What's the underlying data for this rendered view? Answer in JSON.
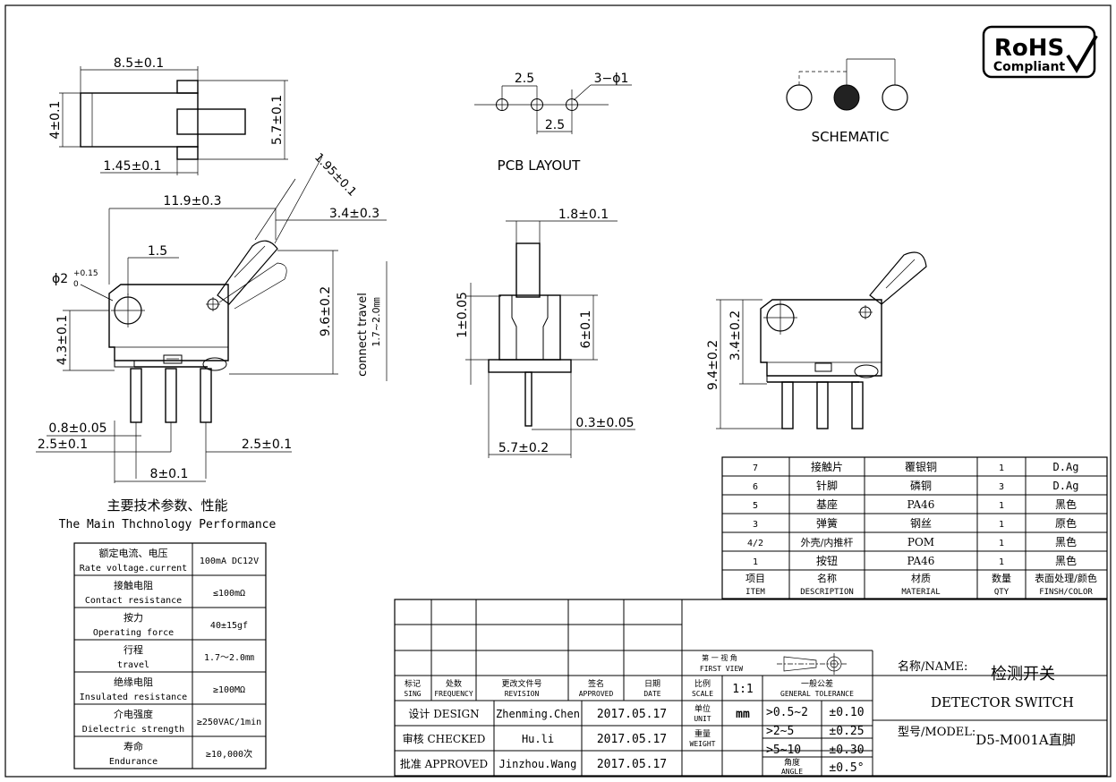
{
  "rohs": {
    "line1": "RoHS",
    "line2": "Compliant"
  },
  "top_view": {
    "width": "8.5±0.1",
    "height": "4±0.1",
    "right": "5.7±0.1",
    "bottom": "1.45±0.1"
  },
  "pcb_layout": {
    "title": "PCB  LAYOUT",
    "pitch_top": "2.5",
    "pitch_bottom": "2.5",
    "holes": "3−ϕ1"
  },
  "schematic": {
    "title": "SCHEMATIC"
  },
  "front_view": {
    "width": "11.9±0.3",
    "lever_w": "1.95±0.1",
    "lever_offset": "3.4±0.3",
    "hole_offset": "1.5",
    "hole_dia": "ϕ2",
    "hole_tol_up": "+0.15",
    "hole_tol_lo": "0",
    "hole_h": "4.3±0.1",
    "height": "9.6±0.2",
    "travel_label": "connect travel",
    "travel_value": "1.7~2.0㎜",
    "pin_w": "0.8±0.05",
    "pitch_left": "2.5±0.1",
    "pitch_right": "2.5±0.1",
    "total_pitch": "8±0.1"
  },
  "side_view": {
    "top_w": "1.8±0.1",
    "left_h": "1±0.05",
    "right_h": "6±0.1",
    "pin_t": "0.3±0.05",
    "base_w": "5.7±0.2"
  },
  "right_view": {
    "inner_h": "3.4±0.2",
    "total_h": "9.4±0.2"
  },
  "performance": {
    "title_cn": "主要技术参数、性能",
    "title_en": "The Main Thchnology Performance",
    "rows": [
      {
        "cn": "额定电流、电压",
        "en": "Rate voltage.current",
        "value": "100mA DC12V"
      },
      {
        "cn": "接触电阻",
        "en": "Contact resistance",
        "value": "≤100mΩ"
      },
      {
        "cn": "按力",
        "en": "Operating force",
        "value": "40±15gf"
      },
      {
        "cn": "行程",
        "en": "travel",
        "value": "1.7～2.0㎜"
      },
      {
        "cn": "绝缘电阻",
        "en": "Insulated resistance",
        "value": "≥100MΩ"
      },
      {
        "cn": "介电强度",
        "en": "Dielectric strength",
        "value": "≥250VAC/1min"
      },
      {
        "cn": "寿命",
        "en": "Endurance",
        "value": "≥10,000次"
      }
    ]
  },
  "bom": {
    "rows": [
      [
        "7",
        "接触片",
        "覆银铜",
        "1",
        "D.Ag"
      ],
      [
        "6",
        "针脚",
        "磷铜",
        "3",
        "D.Ag"
      ],
      [
        "5",
        "基座",
        "PA46",
        "1",
        "黑色"
      ],
      [
        "3",
        "弹簧",
        "钢丝",
        "1",
        "原色"
      ],
      [
        "4/2",
        "外壳/内推杆",
        "POM",
        "1",
        "黑色"
      ],
      [
        "1",
        "按钮",
        "PA46",
        "1",
        "黑色"
      ]
    ],
    "header_cn": [
      "项目",
      "名称",
      "材质",
      "数量",
      "表面处理/颜色"
    ],
    "header_en": [
      "ITEM",
      "DESCRIPTION",
      "MATERIAL",
      "QTY",
      "FINSH/COLOR"
    ]
  },
  "title_block": {
    "rev_cn": [
      "标记",
      "处数",
      "更改文件号",
      "签名",
      "日期"
    ],
    "rev_en": [
      "SING",
      "FREQUENCY",
      "REVISION",
      "APPROVED",
      "DATE"
    ],
    "people": [
      {
        "role": "设计 DESIGN",
        "name": "Zhenming.Chen",
        "date": "2017.05.17"
      },
      {
        "role": "审核 CHECKED",
        "name": "Hu.li",
        "date": "2017.05.17"
      },
      {
        "role": "批准 APPROVED",
        "name": "Jinzhou.Wang",
        "date": "2017.05.17"
      }
    ],
    "view_cn": "第 一 视 角",
    "view_en": "FIRST VIEW",
    "scale_cn": "比例",
    "scale_en": "SCALE",
    "scale": "1:1",
    "tol_cn": "一般公差",
    "tol_en": "GENERAL TOLERANCE",
    "unit_cn": "单位",
    "unit_en": "UNIT",
    "unit": "mm",
    "weight_cn": "重量",
    "weight_en": "WEIGHT",
    "tolerances": [
      {
        "range": ">0.5~2",
        "tol": "±0.10"
      },
      {
        "range": ">2~5",
        "tol": "±0.25"
      },
      {
        "range": ">5~10",
        "tol": "±0.30"
      }
    ],
    "angle_cn": "角度",
    "angle_en": "ANGLE",
    "angle_tol": "±0.5°",
    "name_label": "名称/NAME:",
    "name_cn": "检测开关",
    "name_en": "DETECTOR  SWITCH",
    "model_label": "型号/MODEL:",
    "model": "D5-M001A直脚"
  }
}
